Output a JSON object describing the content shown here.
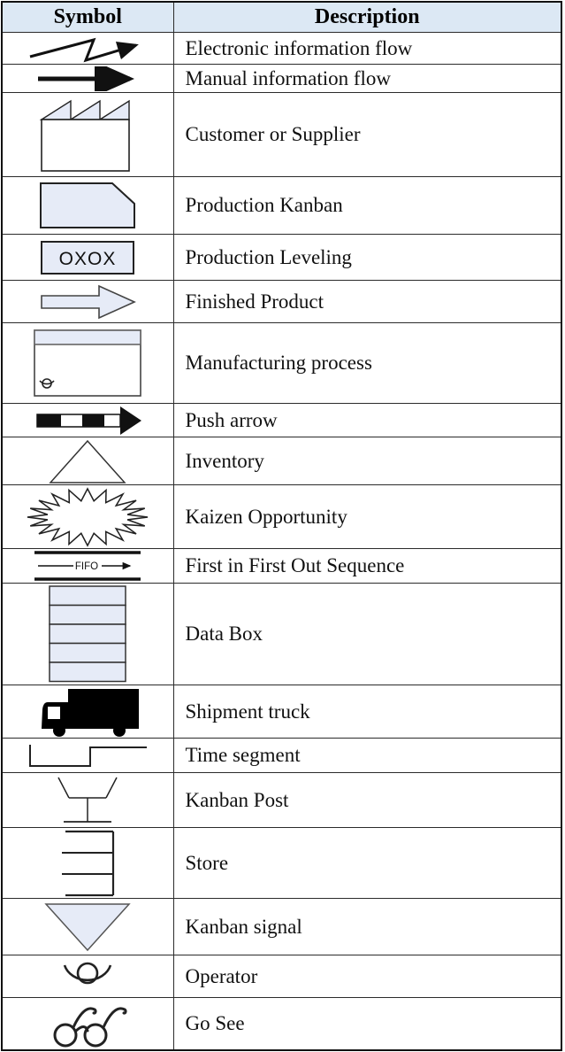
{
  "table": {
    "colors": {
      "header_bg": "#dce8f4",
      "symbol_fill": "#e6ebf7",
      "border": "#2b2b2b"
    },
    "headers": [
      {
        "label": "Symbol"
      },
      {
        "label": "Description"
      }
    ],
    "rows": [
      {
        "symbol_icon": "electronic-information-flow-icon",
        "description": "Electronic information flow"
      },
      {
        "symbol_icon": "manual-information-flow-icon",
        "description": "Manual information flow"
      },
      {
        "symbol_icon": "customer-or-supplier-icon",
        "description": "Customer or Supplier"
      },
      {
        "symbol_icon": "production-kanban-icon",
        "description": "Production Kanban"
      },
      {
        "symbol_icon": "production-leveling-icon",
        "symbol_text": "OXOX",
        "description": "Production Leveling"
      },
      {
        "symbol_icon": "finished-product-icon",
        "description": "Finished Product"
      },
      {
        "symbol_icon": "manufacturing-process-icon",
        "description": "Manufacturing process"
      },
      {
        "symbol_icon": "push-arrow-icon",
        "description": "Push arrow"
      },
      {
        "symbol_icon": "inventory-icon",
        "description": "Inventory"
      },
      {
        "symbol_icon": "kaizen-opportunity-icon",
        "description": "Kaizen Opportunity"
      },
      {
        "symbol_icon": "fifo-lane-icon",
        "symbol_text": "FIFO",
        "description": "First in First Out Sequence"
      },
      {
        "symbol_icon": "data-box-icon",
        "description": "Data Box"
      },
      {
        "symbol_icon": "shipment-truck-icon",
        "description": "Shipment truck"
      },
      {
        "symbol_icon": "time-segment-icon",
        "description": "Time segment"
      },
      {
        "symbol_icon": "kanban-post-icon",
        "description": "Kanban Post"
      },
      {
        "symbol_icon": "store-icon",
        "description": "Store"
      },
      {
        "symbol_icon": "kanban-signal-icon",
        "description": "Kanban signal"
      },
      {
        "symbol_icon": "operator-icon",
        "description": "Operator"
      },
      {
        "symbol_icon": "go-see-icon",
        "description": "Go See"
      }
    ]
  }
}
